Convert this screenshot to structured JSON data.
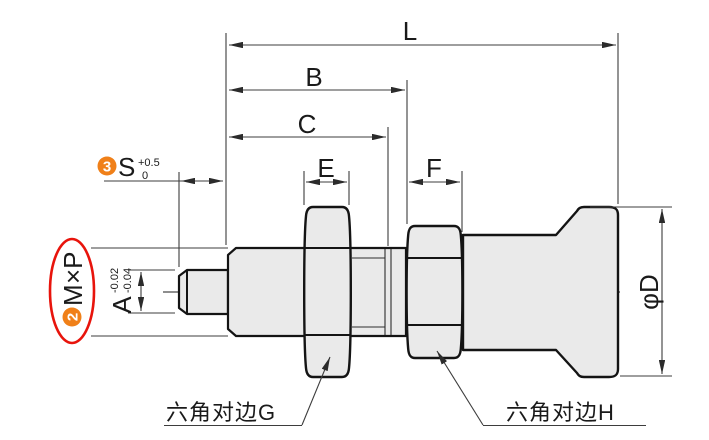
{
  "dims": {
    "L": {
      "label": "L"
    },
    "B": {
      "label": "B"
    },
    "C": {
      "label": "C"
    },
    "E": {
      "label": "E"
    },
    "F": {
      "label": "F"
    },
    "S": {
      "badge": "3",
      "label": "S",
      "tol_upper": "+0.5",
      "tol_lower": "0"
    },
    "A": {
      "label": "A",
      "tol_upper": "-0.02",
      "tol_lower": "-0.04"
    },
    "D": {
      "label": "φD"
    },
    "thread": {
      "badge": "2",
      "metric": "M",
      "pitch": "×P"
    }
  },
  "callouts": {
    "hex_g": "六角对边G",
    "hex_h": "六角对边H"
  },
  "colors": {
    "accent_orange": "#F08019",
    "accent_blue": "#2BA8E0",
    "accent_red": "#E8140C",
    "part_fill": "#EAEAEA",
    "line": "#141414",
    "dim_line": "#3D3D3D"
  }
}
